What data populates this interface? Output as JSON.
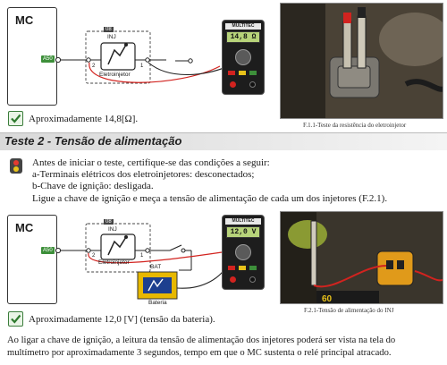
{
  "diagram1": {
    "mc_label": "MC",
    "pin_label": "A50",
    "connector_number": "08",
    "connector_label": "INJ",
    "component_label": "Eletroinjetor",
    "pin_left": "2",
    "pin_right": "1",
    "meter_brand": "MULTITEC",
    "meter_reading": "14,8 Ω"
  },
  "photo1": {
    "caption": "F.1.1-Teste da resistência do eletroinjetor"
  },
  "result1": {
    "text": "Aproximadamente 14,8[Ω]."
  },
  "section": {
    "title": "Teste 2 - Tensão de alimentação"
  },
  "instructions": {
    "lines": [
      "Antes de iniciar o teste, certifique-se das condições a seguir:",
      "a-Terminais elétricos dos eletroinjetores: desconectados;",
      "b-Chave de ignição: desligada.",
      "Ligue a chave de ignição e meça a tensão de alimentação de cada um dos injetores (F.2.1)."
    ]
  },
  "diagram2": {
    "mc_label": "MC",
    "pin_label": "A50",
    "connector_number": "08",
    "connector_label": "INJ",
    "component_label": "Eletroinjetor",
    "pin_left": "2",
    "pin_right": "1",
    "bat_label": "BAT",
    "bat_sub": "Bateria",
    "meter_brand": "MULTITEC",
    "meter_reading": "12,0 V"
  },
  "photo2": {
    "caption": "F.2.1-Tensão de alimentação do INJ"
  },
  "result2": {
    "text": "Aproximadamente 12,0 [V] (tensão da bateria)."
  },
  "footer": {
    "lines": [
      "Ao ligar a chave de ignição, a leitura da tensão de alimentação dos injetores poderá ser vista na tela do",
      "multímetro por aproximadamente 3 segundos, tempo em que o MC sustenta o relé principal atracado."
    ]
  },
  "colors": {
    "probe_red": "#d2231f",
    "probe_black": "#222222",
    "check_green": "#3b7d3b",
    "pin_green": "#3d8f3a",
    "lcd": "#b7d37a"
  }
}
